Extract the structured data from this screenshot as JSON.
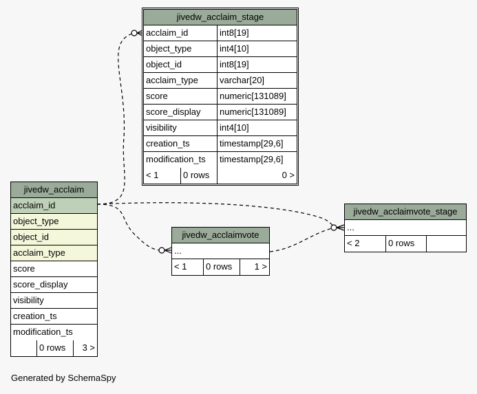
{
  "footer": "Generated by SchemaSpy",
  "stage": {
    "title": "jivedw_acclaim_stage",
    "columns": [
      {
        "name": "acclaim_id",
        "type": "int8[19]"
      },
      {
        "name": "object_type",
        "type": "int4[10]"
      },
      {
        "name": "object_id",
        "type": "int8[19]"
      },
      {
        "name": "acclaim_type",
        "type": "varchar[20]"
      },
      {
        "name": "score",
        "type": "numeric[131089]"
      },
      {
        "name": "score_display",
        "type": "numeric[131089]"
      },
      {
        "name": "visibility",
        "type": "int4[10]"
      },
      {
        "name": "creation_ts",
        "type": "timestamp[29,6]"
      },
      {
        "name": "modification_ts",
        "type": "timestamp[29,6]"
      }
    ],
    "footer": {
      "parents": "< 1",
      "rows": "0 rows",
      "children": "0 >"
    }
  },
  "acclaim": {
    "title": "jivedw_acclaim",
    "columns": [
      "acclaim_id",
      "object_type",
      "object_id",
      "acclaim_type",
      "score",
      "score_display",
      "visibility",
      "creation_ts",
      "modification_ts"
    ],
    "footer": {
      "parents": "",
      "rows": "0 rows",
      "children": "3 >"
    }
  },
  "vote": {
    "title": "jivedw_acclaimvote",
    "columns": [
      "..."
    ],
    "footer": {
      "parents": "< 1",
      "rows": "0 rows",
      "children": "1 >"
    }
  },
  "vote_stage": {
    "title": "jivedw_acclaimvote_stage",
    "columns": [
      "..."
    ],
    "footer": {
      "parents": "< 2",
      "rows": "0 rows",
      "children": ""
    }
  }
}
